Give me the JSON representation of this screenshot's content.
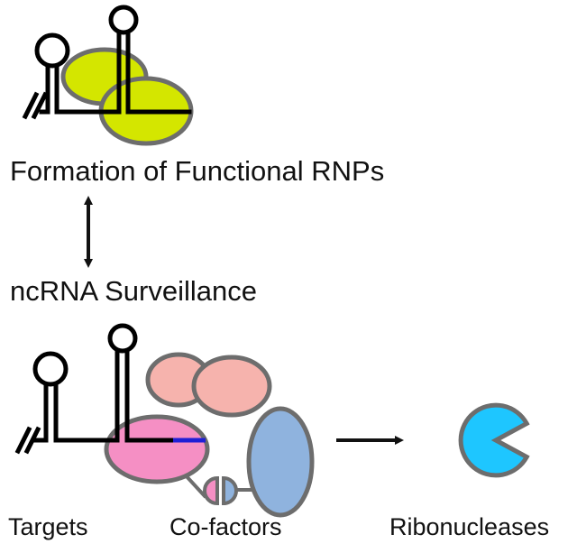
{
  "labels": {
    "formation": "Formation of Functional RNPs",
    "surveillance": "ncRNA Surveillance",
    "targets": "Targets",
    "cofactors": "Co-factors",
    "ribonucleases": "Ribonucleases"
  },
  "colors": {
    "rna_line": "#000000",
    "protein_outline": "#6d6d6d",
    "functional_protein": "#d4e600",
    "cofactor_salmon": "#f6b3ad",
    "cofactor_pink": "#f58fc4",
    "cofactor_blue": "#8fb3de",
    "tag_segment": "#1f1fd6",
    "ribonuclease": "#1ec6ff"
  },
  "icons": {
    "arrow_bidirectional": "double-headed-arrow",
    "arrow_forward": "right-arrow",
    "ribonuclease": "pacman-shape"
  }
}
